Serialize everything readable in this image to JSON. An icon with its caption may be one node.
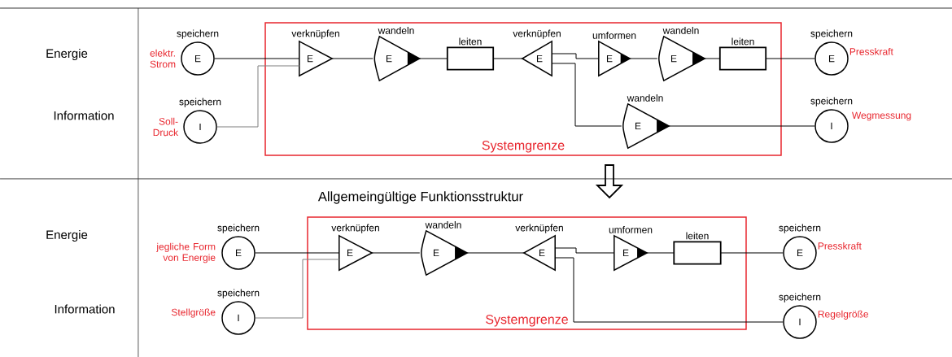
{
  "diagram": {
    "nodes": [
      {
        "text": [
          "Systemgrenze"
        ]
      },
      {
        "text": [
          "speichern",
          "E"
        ],
        "beside": [
          "elektr. Strom"
        ]
      },
      {
        "text": [
          "speichern",
          "I"
        ],
        "beside": [
          "Soll-Druck"
        ]
      },
      {
        "text": [
          "verknüpfen",
          "E"
        ],
        "in": 0
      },
      {
        "text": [
          "wandeln",
          "E"
        ],
        "in": 0
      },
      {
        "text": [
          "leiten"
        ],
        "in": 0
      },
      {
        "text": [
          "verknüpfen",
          "E"
        ],
        "in": 0
      },
      {
        "text": [
          "umformen",
          "E"
        ],
        "in": 0
      },
      {
        "text": [
          "wandeln",
          "E"
        ],
        "in": 0
      },
      {
        "text": [
          "leiten"
        ],
        "in": 0
      },
      {
        "text": [
          "wandeln",
          "E"
        ],
        "in": 0
      },
      {
        "text": [
          "speichern",
          "E"
        ],
        "beside": [
          "Presskraft"
        ]
      },
      {
        "text": [
          "speichern",
          "I"
        ],
        "beside": [
          "Wegmessung"
        ]
      },
      {
        "text": [
          "Systemgrenze"
        ]
      },
      {
        "text": [
          "speichern",
          "E"
        ],
        "beside": [
          "jegliche Form von Energie"
        ]
      },
      {
        "text": [
          "speichern",
          "I"
        ],
        "beside": [
          "Stellgröße"
        ]
      },
      {
        "text": [
          "verknüpfen",
          "E"
        ],
        "in": 13
      },
      {
        "text": [
          "wandeln",
          "E"
        ],
        "in": 13
      },
      {
        "text": [
          "verknüpfen",
          "E"
        ],
        "in": 13
      },
      {
        "text": [
          "umformen",
          "E"
        ],
        "in": 13
      },
      {
        "text": [
          "leiten"
        ],
        "in": 13
      },
      {
        "text": [
          "speichern",
          "E"
        ],
        "beside": [
          "Presskraft"
        ]
      },
      {
        "text": [
          "speichern",
          "I"
        ],
        "beside": [
          "Regelgröße"
        ]
      }
    ],
    "edges": [
      {
        "from": 1,
        "to": 3,
        "arrow": "none"
      },
      {
        "from": 2,
        "to": 3,
        "arrow": "none",
        "color": "#808080"
      },
      {
        "from": 3,
        "to": 4,
        "arrow": "none"
      },
      {
        "from": 4,
        "to": 5,
        "arrow": "none"
      },
      {
        "from": 5,
        "to": 6,
        "arrow": "none"
      },
      {
        "from": 6,
        "to": 7,
        "arrow": "none"
      },
      {
        "from": 7,
        "to": 8,
        "arrow": "none"
      },
      {
        "from": 8,
        "to": 9,
        "arrow": "none"
      },
      {
        "from": 9,
        "to": 11,
        "arrow": "none"
      },
      {
        "from": 6,
        "to": 10,
        "arrow": "none"
      },
      {
        "from": 10,
        "to": 12,
        "arrow": "none"
      },
      {
        "from": 14,
        "to": 16,
        "arrow": "none"
      },
      {
        "from": 15,
        "to": 16,
        "arrow": "none",
        "color": "#808080"
      },
      {
        "from": 16,
        "to": 17,
        "arrow": "none"
      },
      {
        "from": 17,
        "to": 18,
        "arrow": "none"
      },
      {
        "from": 18,
        "to": 19,
        "arrow": "none"
      },
      {
        "from": 19,
        "to": 20,
        "arrow": "none"
      },
      {
        "from": 20,
        "to": 21,
        "arrow": "none"
      },
      {
        "from": 18,
        "to": 22,
        "arrow": "none"
      }
    ],
    "labels": [
      "Energie",
      "Information",
      "Allgemeingültige Funktionsstruktur",
      "Energie",
      "Information"
    ]
  }
}
